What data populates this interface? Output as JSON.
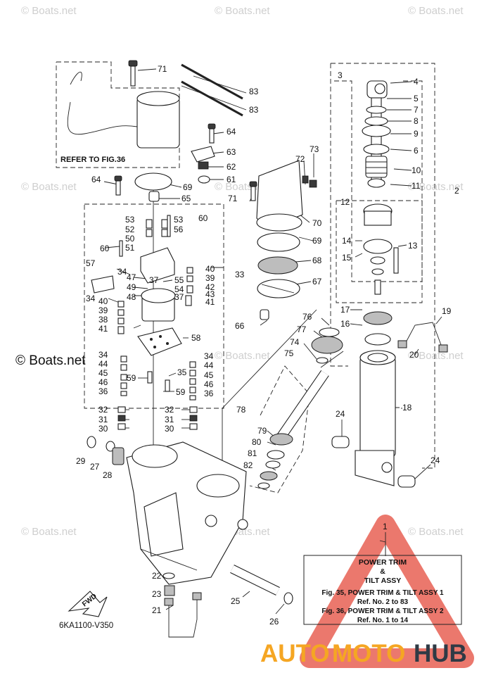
{
  "watermark": "© Boats.net",
  "watermark_large": "© Boats.net",
  "diagram_code": "6KA1100-V350",
  "refer_note": "REFER TO FIG.36",
  "fwd_label": "FWD",
  "info_box": {
    "number": "1",
    "title_line1": "POWER TRIM",
    "title_line2": "&",
    "title_line3": "TILT ASSY",
    "ref1_title": "Fig. 35, POWER TRIM & TILT ASSY 1",
    "ref1_range": "Ref. No. 2 to 83",
    "ref2_title": "Fig. 36, POWER TRIM & TILT ASSY 2",
    "ref2_range": "Ref. No. 1 to 14"
  },
  "brand": {
    "part1": "AUTO",
    "part2": "MOTO",
    "part3": "HUB",
    "color1": "#f5a623",
    "color2": "#f5a623",
    "color3": "#2f3a45"
  },
  "callouts": [
    "71",
    "83",
    "83",
    "64",
    "63",
    "62",
    "61",
    "64",
    "69",
    "65",
    "53",
    "52",
    "50",
    "51",
    "60",
    "53",
    "56",
    "60",
    "57",
    "34",
    "47",
    "37",
    "49",
    "48",
    "55",
    "40",
    "39",
    "42",
    "54",
    "43",
    "37",
    "41",
    "34",
    "40",
    "39",
    "38",
    "41",
    "58",
    "34",
    "44",
    "45",
    "46",
    "36",
    "35",
    "34",
    "44",
    "45",
    "46",
    "36",
    "59",
    "59",
    "32",
    "31",
    "30",
    "32",
    "31",
    "30",
    "29",
    "27",
    "28",
    "22",
    "23",
    "21",
    "25",
    "26",
    "33",
    "3",
    "4",
    "5",
    "7",
    "8",
    "9",
    "6",
    "10",
    "11",
    "2",
    "12",
    "13",
    "14",
    "15",
    "72",
    "73",
    "71",
    "70",
    "69",
    "68",
    "67",
    "66",
    "76",
    "77",
    "74",
    "75",
    "16",
    "17",
    "19",
    "20",
    "18",
    "24",
    "24",
    "78",
    "79",
    "80",
    "81",
    "82"
  ]
}
